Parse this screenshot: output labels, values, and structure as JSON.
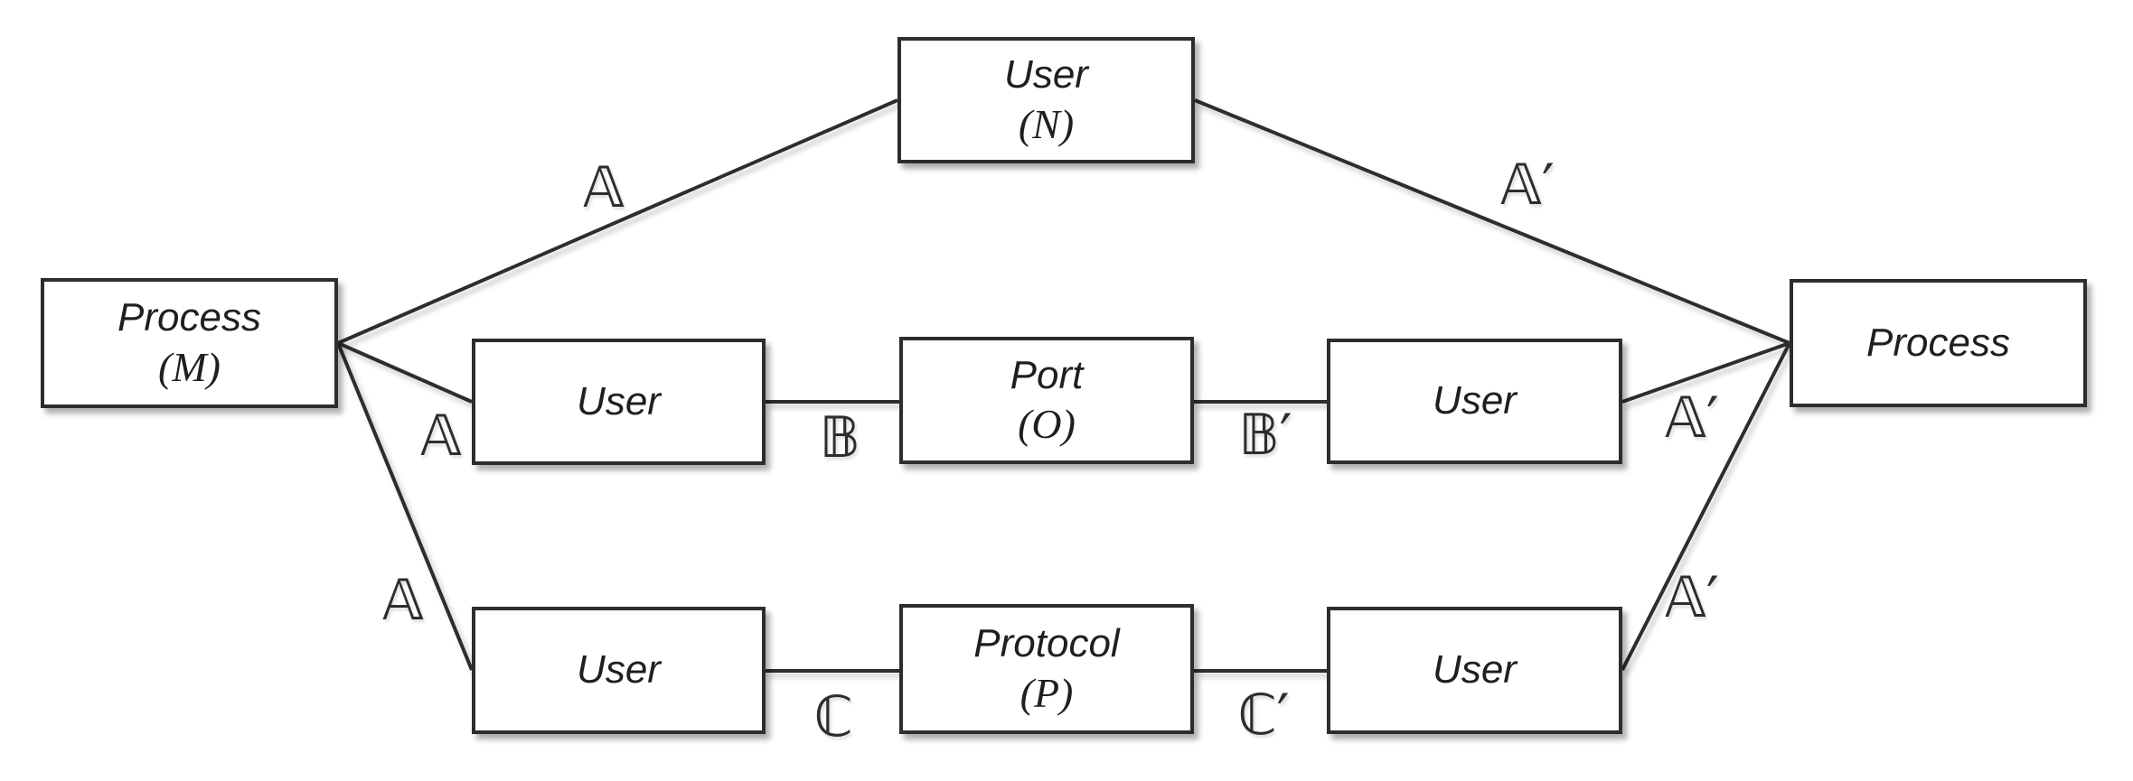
{
  "nodes": {
    "process_m": {
      "title": "Process",
      "subtitle": "(M)"
    },
    "user_n": {
      "title": "User",
      "subtitle": "(N)"
    },
    "user_mid_left": {
      "title": "User"
    },
    "port_o": {
      "title": "Port",
      "subtitle": "(O)"
    },
    "user_mid_right": {
      "title": "User"
    },
    "user_bot_left": {
      "title": "User"
    },
    "protocol_p": {
      "title": "Protocol",
      "subtitle": "(P)"
    },
    "user_bot_right": {
      "title": "User"
    },
    "process_right": {
      "title": "Process"
    }
  },
  "edges": {
    "a_top": "𝔸",
    "a_mid": "𝔸",
    "a_bot": "𝔸",
    "a_prime_top": "𝔸′",
    "a_prime_mid": "𝔸′",
    "a_prime_bot": "𝔸′",
    "b": "𝔹",
    "b_prime": "𝔹′",
    "c": "ℂ",
    "c_prime": "ℂ′"
  },
  "colors": {
    "line": "#2d2d2d",
    "box_border": "#2d2d2d",
    "box_fill": "#ffffff",
    "text": "#1f1f1f",
    "background": "#ffffff"
  }
}
